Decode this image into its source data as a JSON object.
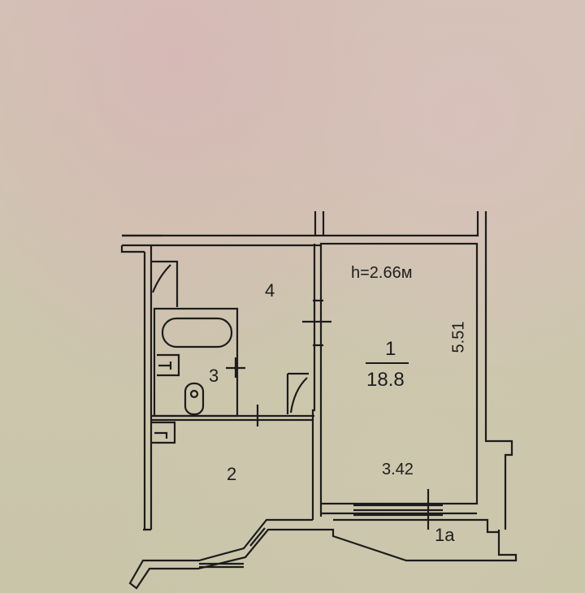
{
  "plan": {
    "ceiling_height": "h=2.66м",
    "rooms": [
      {
        "number": "1",
        "area": "18.8"
      },
      {
        "number": "1a"
      },
      {
        "number": "2"
      },
      {
        "number": "3"
      },
      {
        "number": "4"
      }
    ],
    "dimensions": {
      "length": "5.51",
      "width": "3.42"
    }
  }
}
